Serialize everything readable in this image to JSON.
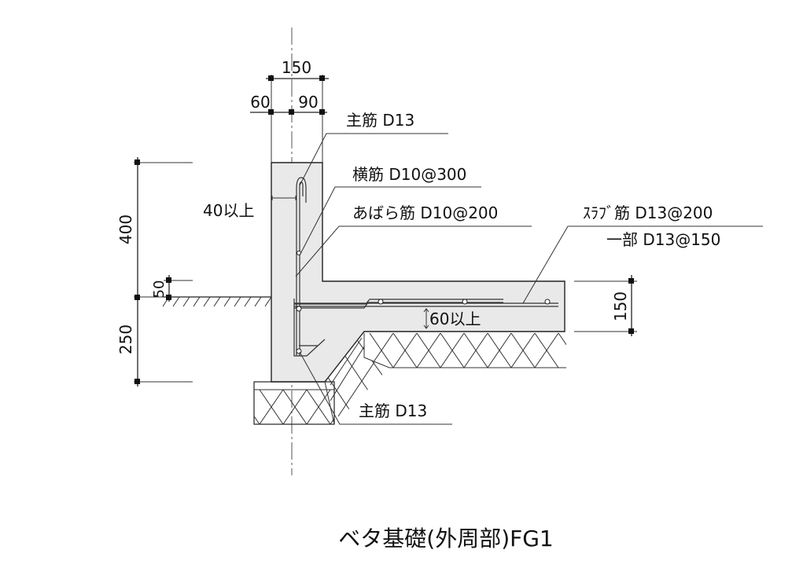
{
  "title": "ベタ基礎(外周部)FG1",
  "dimensions": {
    "top_total": "150",
    "top_left": "60",
    "top_right": "90",
    "wall_height": "400",
    "ground_offset": "50",
    "below_ground": "250",
    "slab_thickness": "150"
  },
  "annotations": {
    "main_bar_top": "主筋 D13",
    "horizontal_bar": "横筋 D10@300",
    "rib_bar": "あばら筋 D10@200",
    "slab_bar": "ｽﾗﾌﾞ筋 D13@200",
    "slab_bar_partial": "一部 D13@150",
    "cover_wall": "40以上",
    "cover_slab": "60以上",
    "main_bar_bottom": "主筋 D13"
  },
  "colors": {
    "concrete": "#e9e9e9",
    "line": "#222222"
  }
}
